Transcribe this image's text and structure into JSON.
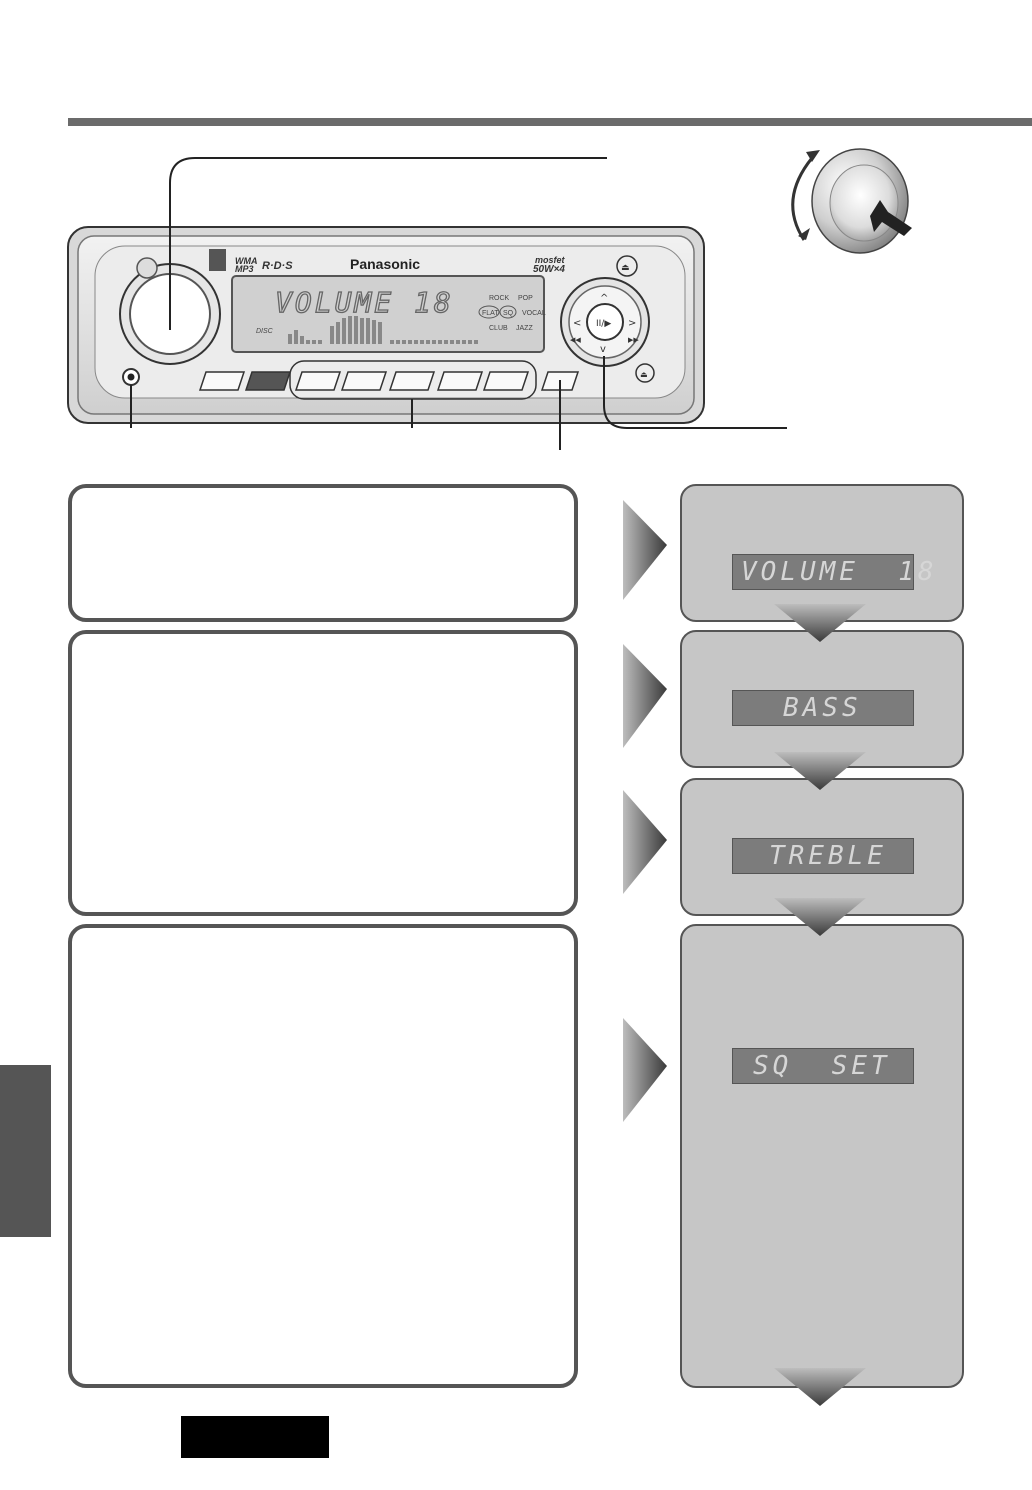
{
  "device": {
    "brand": "Panasonic",
    "logo_wma": "WMA",
    "logo_mp3": "MP3",
    "logo_rds": "R·D·S",
    "logo_mosfet": "mosfet",
    "logo_power": "50W×4",
    "lcd_text": "VOLUME  18",
    "eq_modes": [
      "ROCK",
      "POP",
      "FLAT",
      "SQ",
      "VOCAL",
      "CLUB",
      "JAZZ"
    ],
    "disc_label": "DISC"
  },
  "steps": [
    {
      "display": "VOLUME  18"
    },
    {
      "display": "BASS"
    },
    {
      "display": "TREBLE"
    },
    {
      "display": "SQ  SET"
    }
  ],
  "colors": {
    "panel_border": "#555555",
    "screen_bg": "#c6c6c6",
    "lcd_bg": "#7c7c7c",
    "lcd_text": "#d6d6d6",
    "rule": "#6b6b6b"
  }
}
